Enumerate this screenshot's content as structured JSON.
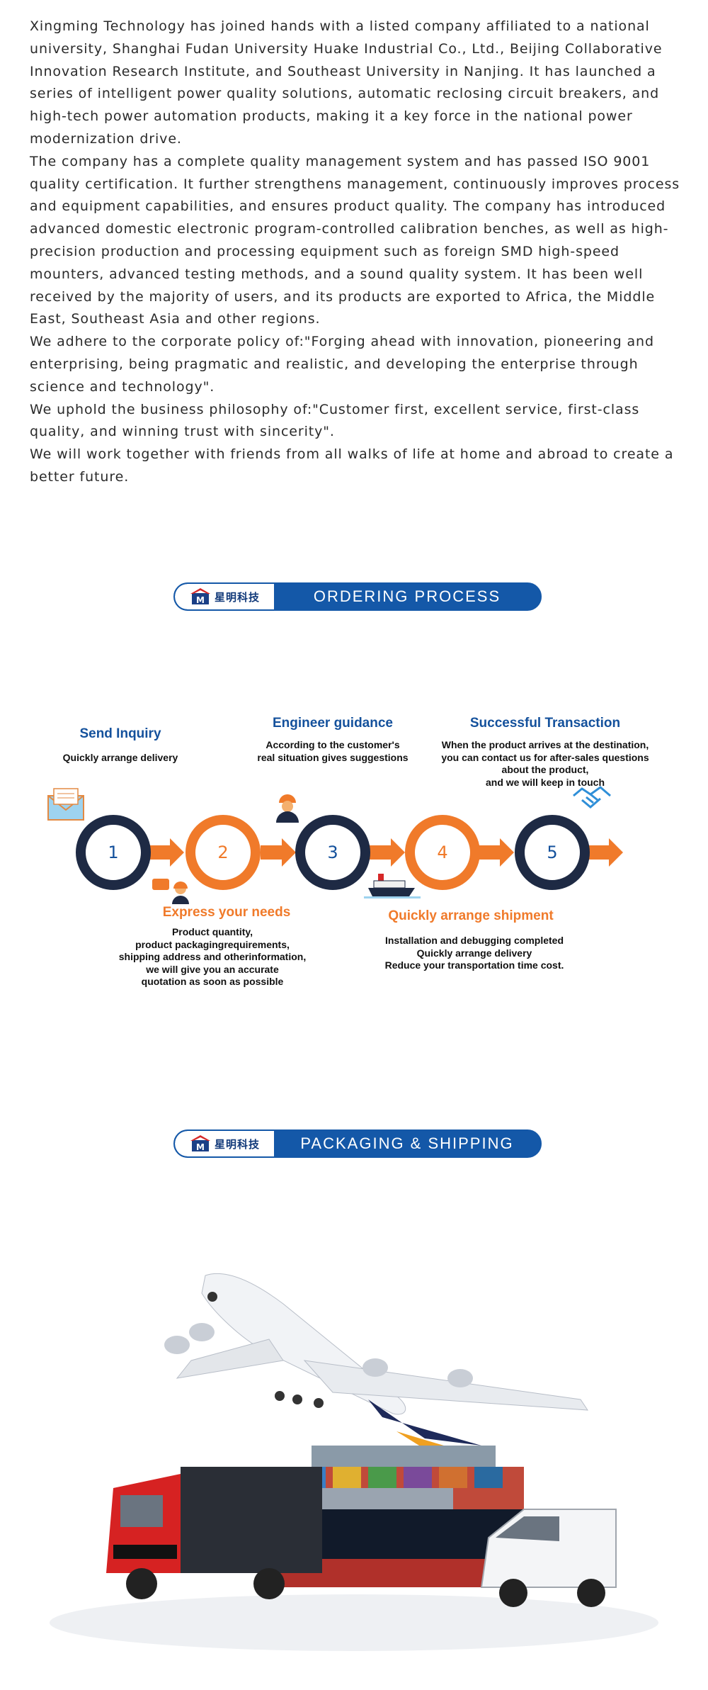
{
  "intro": {
    "paragraphs": [
      "Xingming Technology has joined hands with a listed company affiliated to a national university, Shanghai Fudan University Huake Industrial Co., Ltd., Beijing Collaborative Innovation Research Institute, and Southeast University in Nanjing. It has launched a series of intelligent power quality solutions, automatic reclosing circuit breakers, and high-tech power automation products, making it a key force in the national power modernization drive.",
      "The company has a complete quality management system and has passed ISO 9001 quality certification. It further strengthens management, continuously improves process and equipment capabilities, and ensures product quality. The company has introduced advanced domestic electronic program-controlled calibration benches, as well as high-precision production and processing equipment such as foreign SMD high-speed mounters, advanced testing methods, and a sound quality system. It has been well received by the majority of users, and its products are exported to Africa, the Middle East, Southeast Asia and other regions.",
      "We adhere to the corporate policy of:\"Forging ahead with innovation, pioneering and enterprising, being pragmatic and realistic, and developing the enterprise through science and technology\".",
      "We uphold the business philosophy of:\"Customer first, excellent service, first-class quality, and winning trust with sincerity\".",
      "We will work together with friends from all walks of life at home and abroad to create a better future."
    ]
  },
  "brand": {
    "logo_text": "星明科技"
  },
  "banners": {
    "ordering": "ORDERING PROCESS",
    "packaging": "PACKAGING & SHIPPING"
  },
  "process": {
    "steps": [
      {
        "num": "1",
        "title": "Send Inquiry",
        "desc": [
          "Quickly arrange delivery"
        ]
      },
      {
        "num": "2",
        "title": "Express your needs",
        "desc": [
          "Product quantity,",
          "product packagingrequirements,",
          "shipping address and otherinformation,",
          "we will give you an accurate",
          "quotation as soon as possible"
        ]
      },
      {
        "num": "3",
        "title": "Engineer guidance",
        "desc": [
          "According to the customer's",
          "real situation gives suggestions"
        ]
      },
      {
        "num": "4",
        "title": "Quickly arrange shipment",
        "desc": [
          "Installation and debugging completed",
          "Quickly arrange delivery",
          "Reduce your transportation time cost."
        ]
      },
      {
        "num": "5",
        "title": "Successful Transaction",
        "desc": [
          "When the product arrives at the destination,",
          "you can contact us for after-sales questions",
          "about the product,",
          "and we will keep in touch"
        ]
      }
    ]
  },
  "colors": {
    "brand_blue": "#1458a8",
    "navy": "#1e2a44",
    "orange": "#f07a2a"
  }
}
